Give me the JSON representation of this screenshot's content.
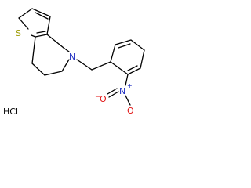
{
  "molecule": {
    "atoms": {
      "sulfur": "S",
      "amine_n": "N",
      "nitro_n": "N",
      "nitro_charge_n": "+",
      "nitro_o_top": "O",
      "nitro_o_bottom": "O",
      "nitro_o_charge": "−"
    },
    "salt": "HCl"
  },
  "colors": {
    "sulfur": "#9c9a00",
    "nitrogen": "#1f2ec2",
    "oxygen": "#e11313",
    "carbon_bond": "#000000",
    "salt_text": "#000000"
  }
}
